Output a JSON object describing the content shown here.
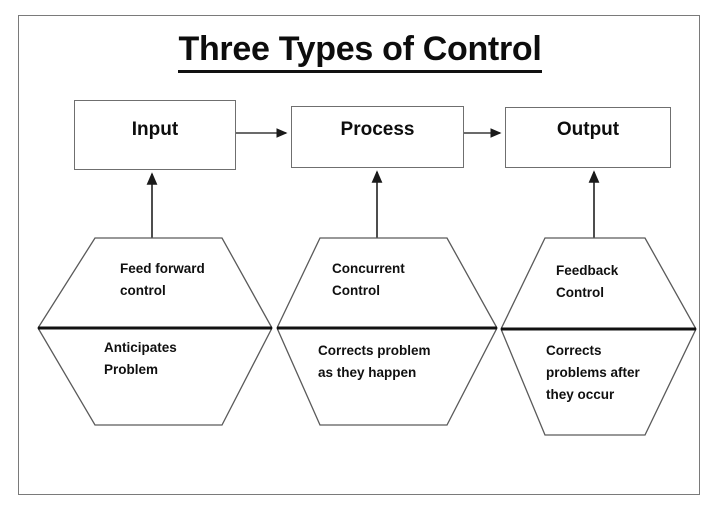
{
  "page": {
    "title": "Three Types of Control",
    "background_color": "#ffffff",
    "frame_color": "#7a7a7a",
    "text_color": "#0d0d0d",
    "line_color": "#3a3a3a"
  },
  "diagram": {
    "type": "flow-diagram",
    "process_boxes": [
      {
        "id": "input",
        "label": "Input"
      },
      {
        "id": "process",
        "label": "Process"
      },
      {
        "id": "output",
        "label": "Output"
      }
    ],
    "flow_arrows": [
      {
        "from": "input",
        "to": "process"
      },
      {
        "from": "process",
        "to": "output"
      }
    ],
    "control_hexagons": [
      {
        "id": "feed-forward",
        "top_label": "Feed forward\ncontrol",
        "bottom_label": "Anticipates\nProblem",
        "points_to": "input"
      },
      {
        "id": "concurrent",
        "top_label": "Concurrent\nControl",
        "bottom_label": "Corrects problem\nas they happen",
        "points_to": "process"
      },
      {
        "id": "feedback",
        "top_label": "Feedback\nControl",
        "bottom_label": "Corrects\nproblems after\nthey occur",
        "points_to": "output"
      }
    ]
  }
}
